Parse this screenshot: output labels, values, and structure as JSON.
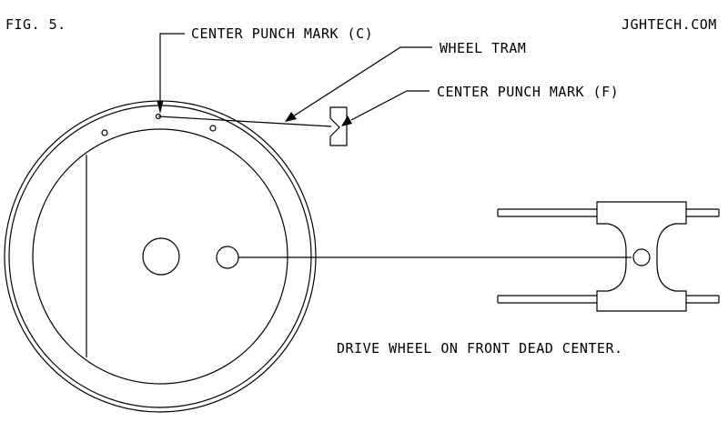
{
  "figure_label": "FIG. 5.",
  "source": "JGHTECH.COM",
  "labels": {
    "center_punch_c": "CENTER PUNCH MARK (C)",
    "wheel_tram": "WHEEL TRAM",
    "center_punch_f": "CENTER PUNCH MARK (F)",
    "caption": "DRIVE WHEEL ON FRONT DEAD CENTER."
  },
  "colors": {
    "line": "#000000",
    "background": "#ffffff"
  }
}
